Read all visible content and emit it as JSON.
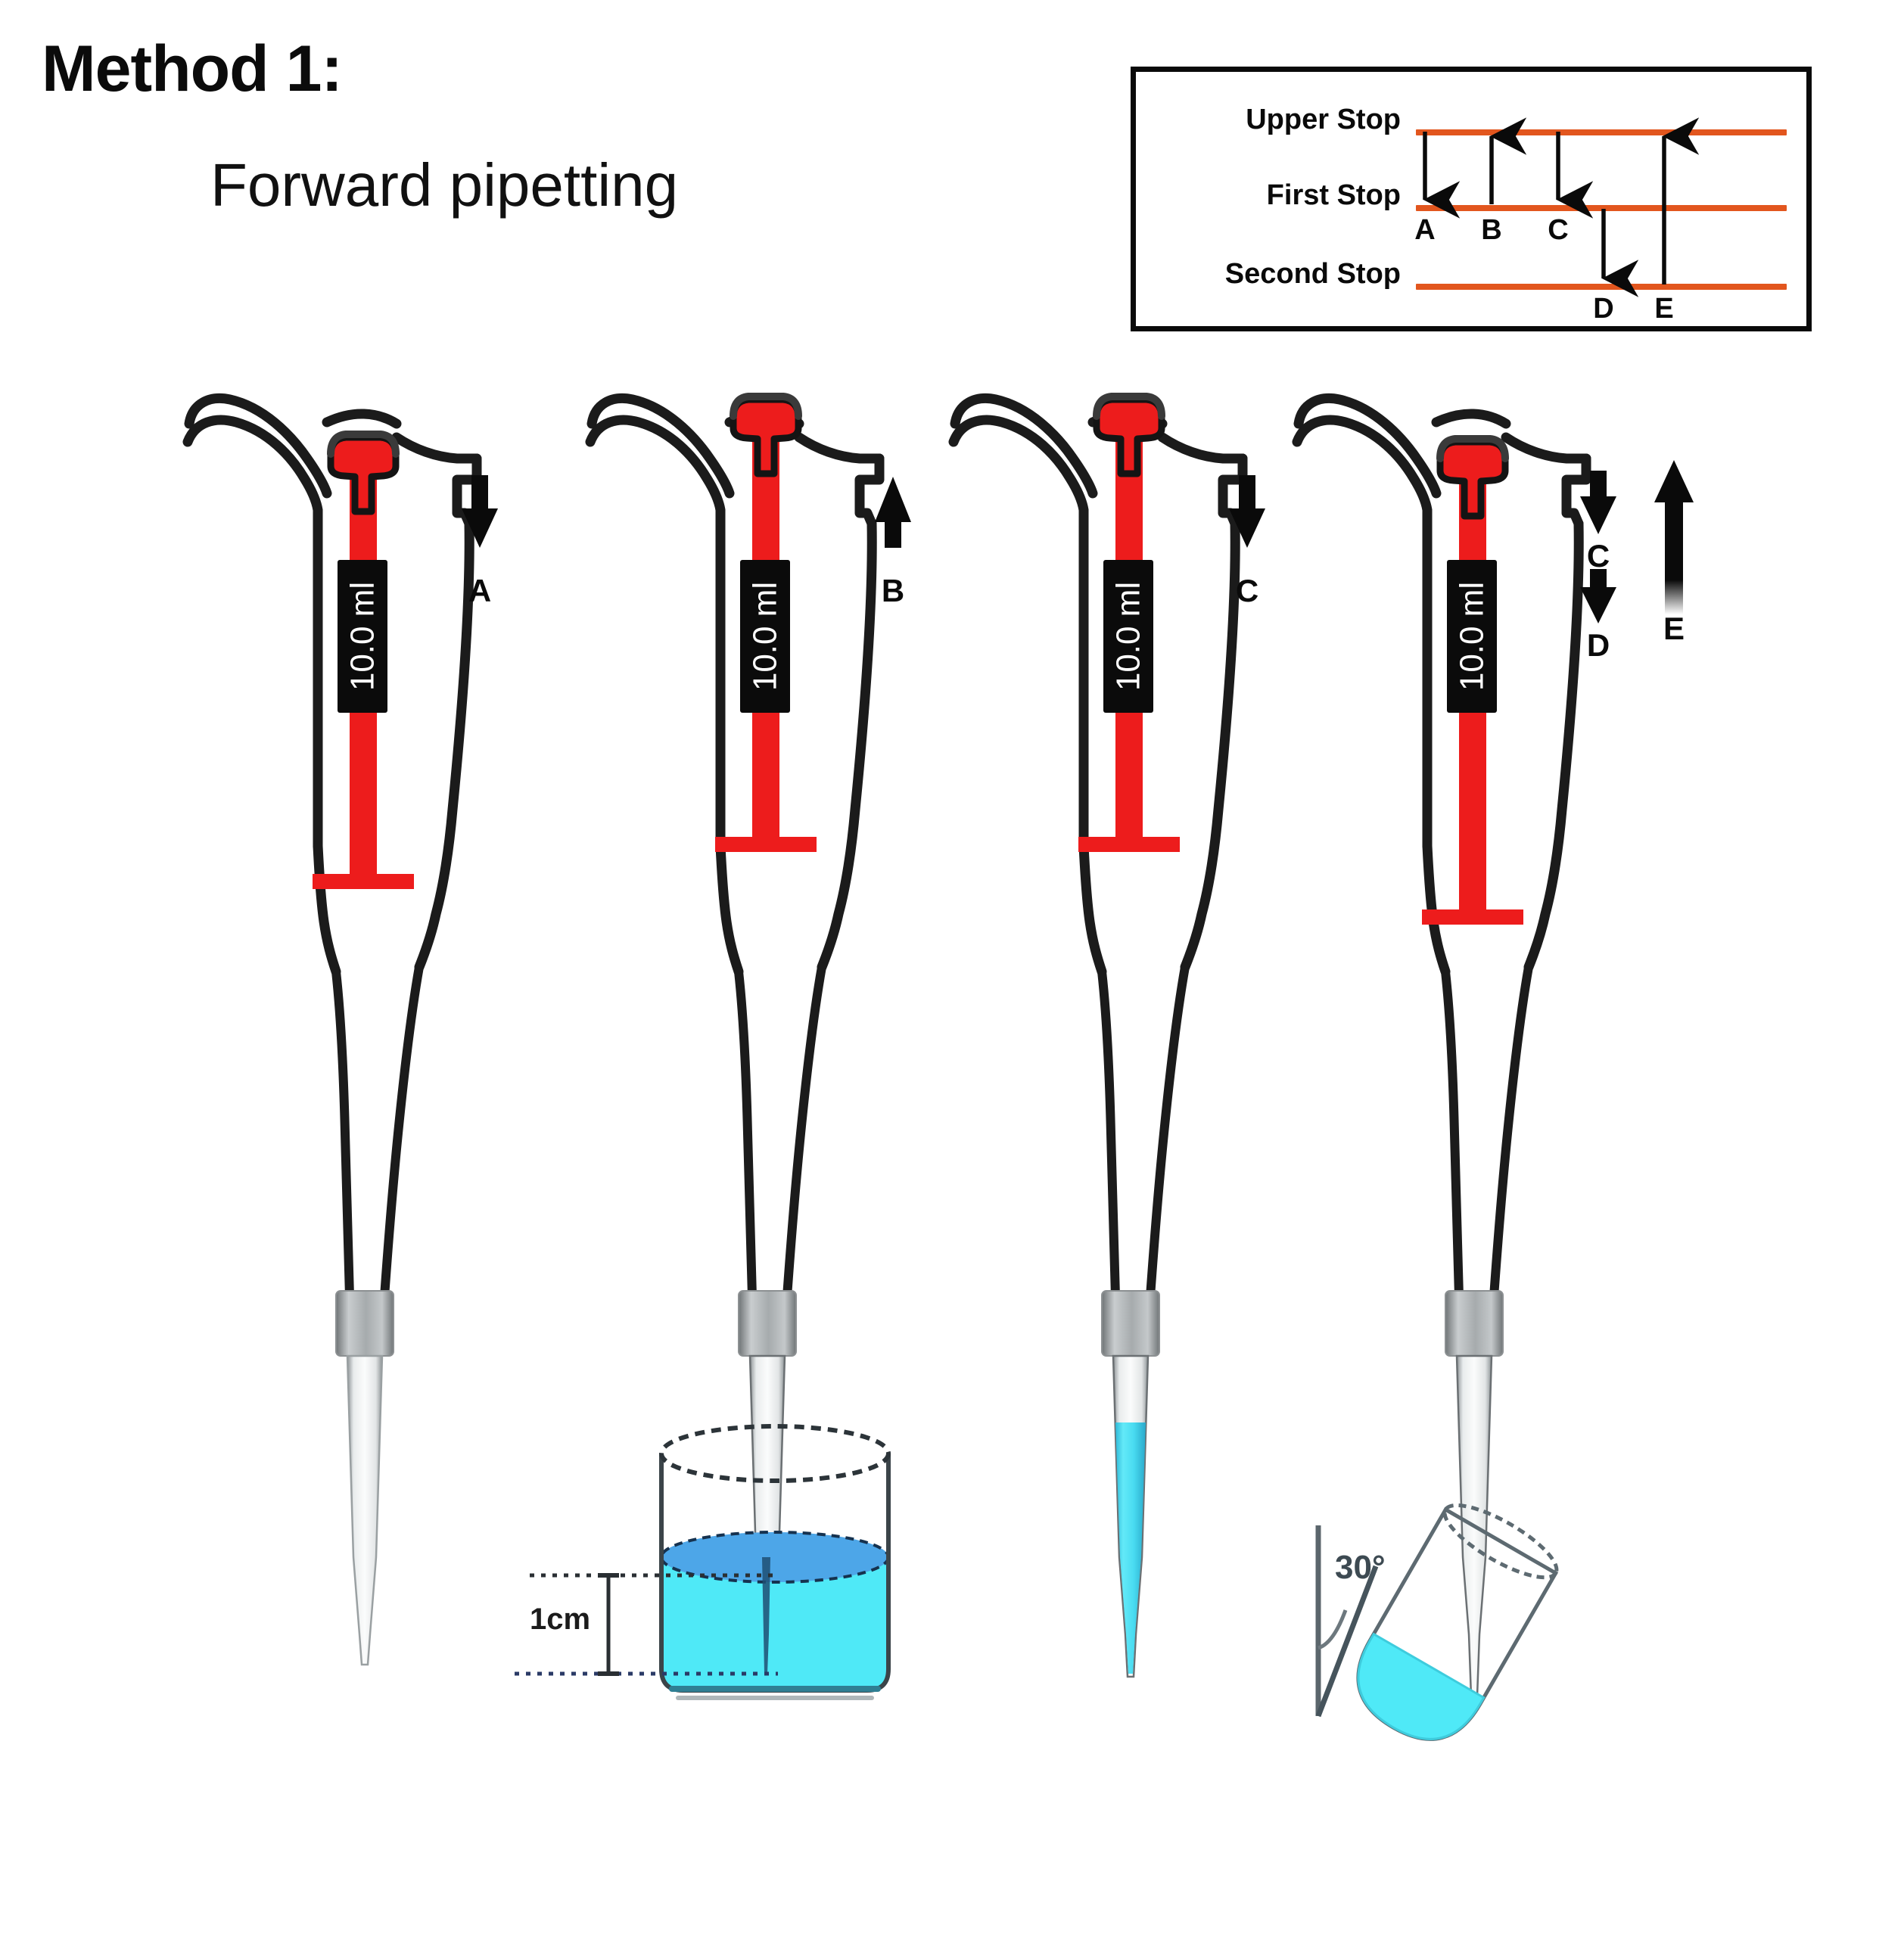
{
  "title": {
    "method": "Method 1:",
    "subtitle": "Forward pipetting"
  },
  "legend": {
    "name": "plunger-stop-legend",
    "rows": [
      {
        "label": "Upper Stop",
        "line_color": "#E2561E"
      },
      {
        "label": "First Stop",
        "line_color": "#E2561E"
      },
      {
        "label": "Second Stop",
        "line_color": "#E2561E"
      }
    ],
    "steps": [
      {
        "letter": "A",
        "from": "Upper Stop",
        "to": "First Stop",
        "direction": "down"
      },
      {
        "letter": "B",
        "from": "First Stop",
        "to": "Upper Stop",
        "direction": "up"
      },
      {
        "letter": "C",
        "from": "Upper Stop",
        "to": "First Stop",
        "direction": "down"
      },
      {
        "letter": "D",
        "from": "First Stop",
        "to": "Second Stop",
        "direction": "down"
      },
      {
        "letter": "E",
        "from": "Second Stop",
        "to": "Upper Stop",
        "direction": "up"
      }
    ]
  },
  "panels": [
    {
      "id": "panel-1",
      "pipette_volume_label": "10.0 ml",
      "callouts": [
        {
          "letter": "A",
          "direction": "down"
        }
      ],
      "vessel": "none",
      "tip_contains_liquid": false
    },
    {
      "id": "panel-2",
      "pipette_volume_label": "10.0 ml",
      "callouts": [
        {
          "letter": "B",
          "direction": "up"
        }
      ],
      "vessel": "beaker",
      "vessel_liquid_label": "1cm",
      "tip_contains_liquid": false
    },
    {
      "id": "panel-3",
      "pipette_volume_label": "10.0 ml",
      "callouts": [
        {
          "letter": "C",
          "direction": "down"
        }
      ],
      "vessel": "none",
      "tip_contains_liquid": true
    },
    {
      "id": "panel-4",
      "pipette_volume_label": "10.0 ml",
      "callouts": [
        {
          "letter": "C",
          "direction": "down"
        },
        {
          "letter": "D",
          "direction": "down"
        },
        {
          "letter": "E",
          "direction": "up"
        }
      ],
      "vessel": "tilted-tube",
      "vessel_angle_label": "30°",
      "tip_contains_liquid": false
    }
  ],
  "colors": {
    "plunger_red": "#ED1C1C",
    "stop_line_orange": "#E2561E",
    "liquid_cyan": "#4FE9F7",
    "liquid_cyan_top": "#4DA6E8",
    "body_outline": "#1a1a1a",
    "tip_collar_grey": "#9a9a9a",
    "background": "#FFFFFF"
  }
}
